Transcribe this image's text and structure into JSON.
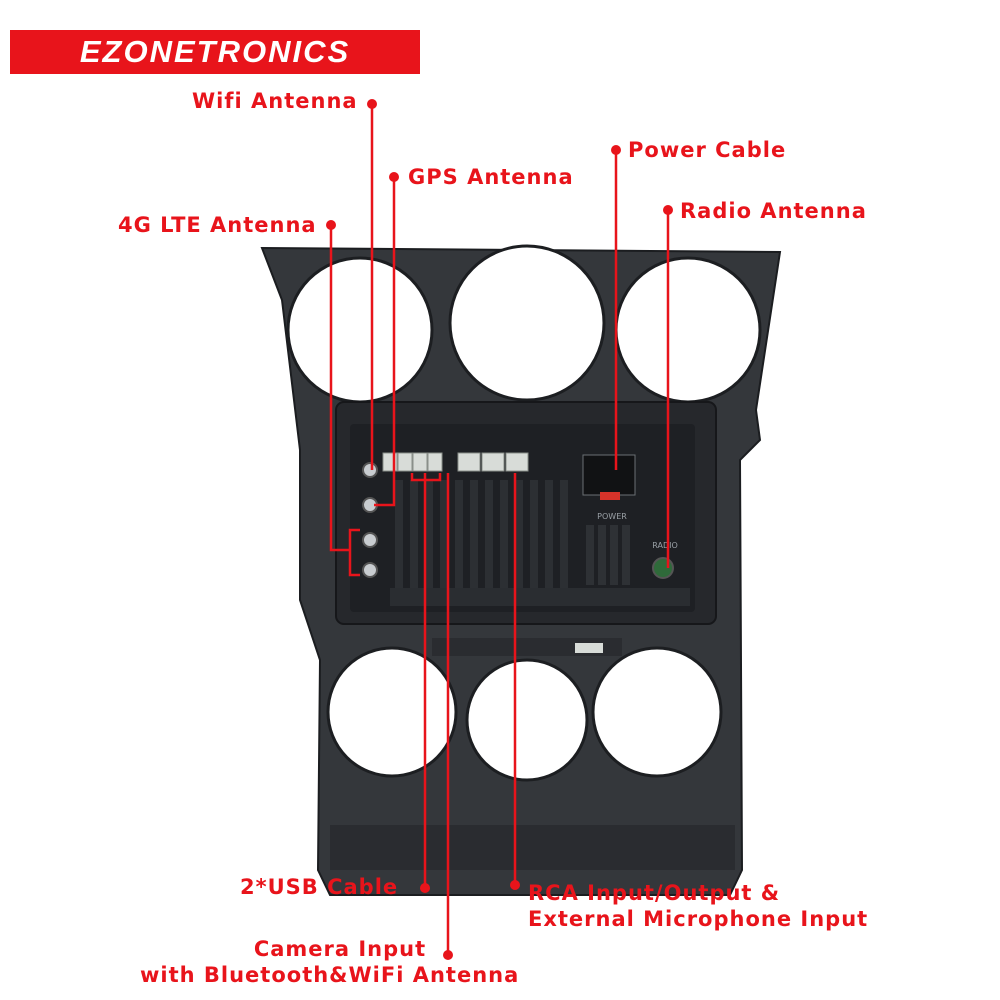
{
  "brand": {
    "name": "EZONETRONICS",
    "color": "#e8141b"
  },
  "callouts": {
    "wifi_antenna": "Wifi Antenna",
    "gps_antenna": "GPS Antenna",
    "lte_antenna": "4G LTE Antenna",
    "power_cable": "Power Cable",
    "radio_antenna": "Radio Antenna",
    "usb_cable": "2*USB Cable",
    "rca_line1": "RCA Input/Output &",
    "rca_line2": "External Microphone Input",
    "camera_line1": "Camera Input",
    "camera_line2": "with Bluetooth&WiFi Antenna"
  },
  "unit_labels": {
    "power": "POWER",
    "radio": "RADIO"
  },
  "colors": {
    "callout": "#e8141b",
    "frame": "#2f3236",
    "unit": "#1e2024"
  }
}
